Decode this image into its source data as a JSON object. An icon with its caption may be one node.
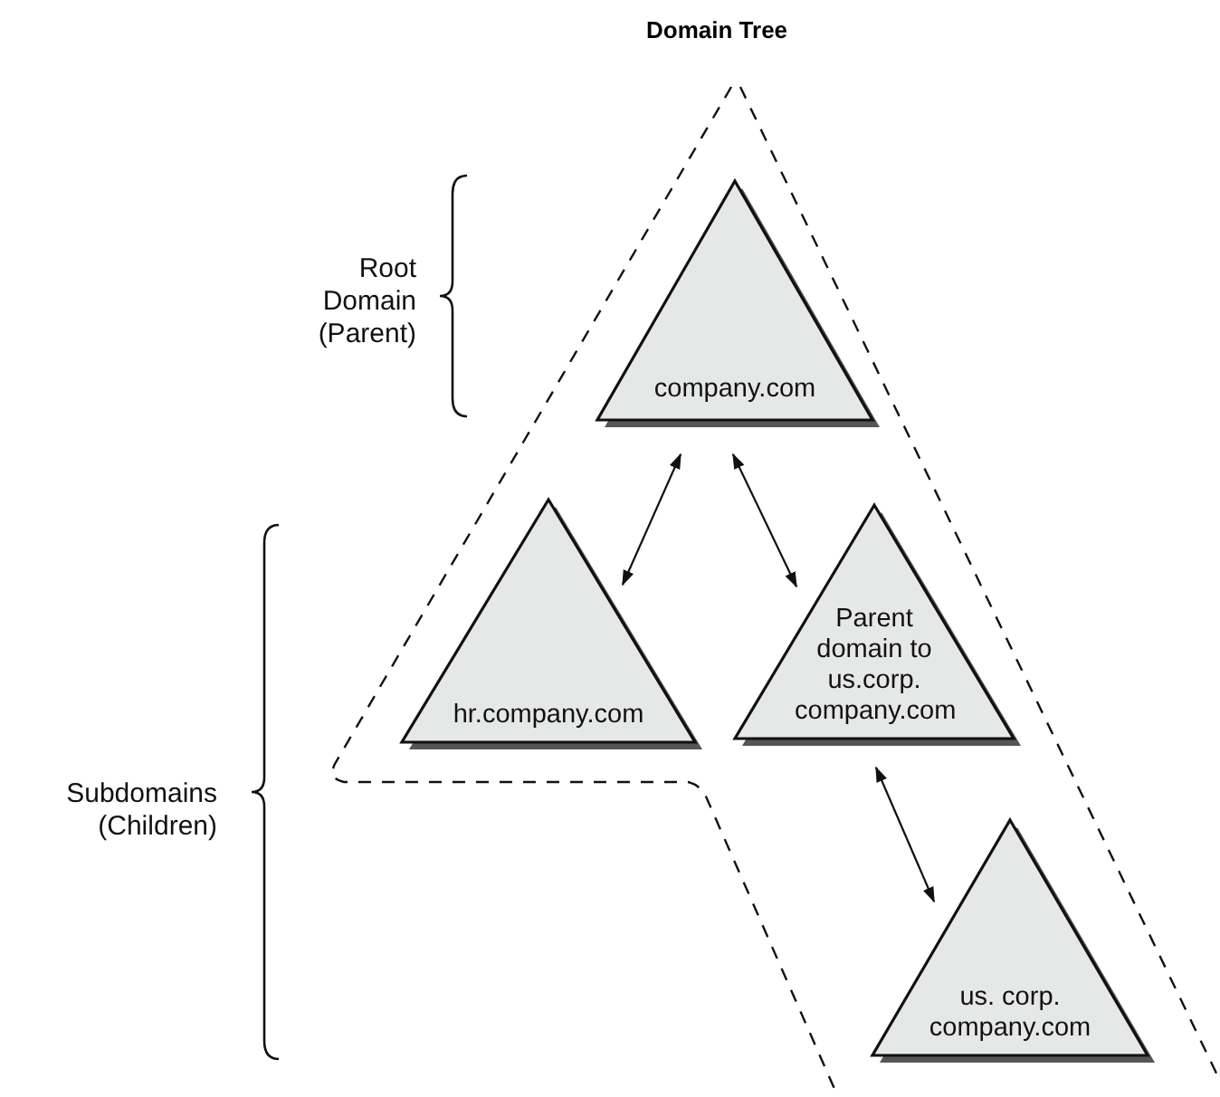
{
  "diagram": {
    "title": "Domain Tree",
    "nodes": [
      {
        "text": [
          "company.com"
        ]
      },
      {
        "text": [
          "hr.company.com"
        ]
      },
      {
        "text": [
          "Parent domain to us.corp. company.com"
        ]
      },
      {
        "text": [
          "us. corp. company.com"
        ]
      }
    ],
    "edges": [
      {
        "from": 0,
        "to": 1,
        "arrow": "both"
      },
      {
        "from": 0,
        "to": 2,
        "arrow": "both"
      },
      {
        "from": 2,
        "to": 3,
        "arrow": "both"
      }
    ],
    "labels": [
      "Root Domain (Parent)",
      "Subdomains (Children)"
    ]
  }
}
